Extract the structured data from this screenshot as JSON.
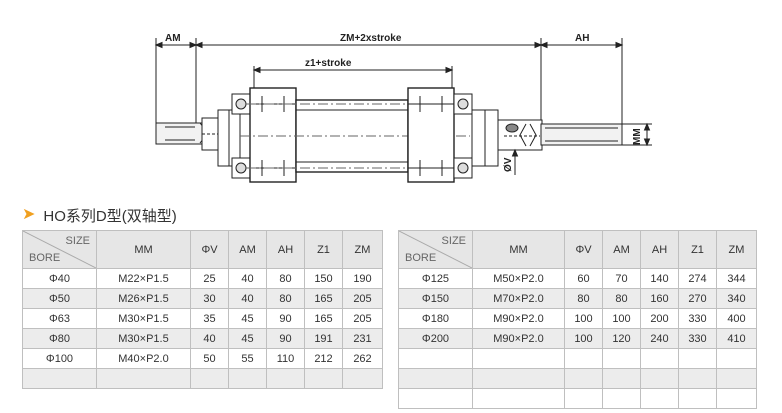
{
  "drawing": {
    "labels": {
      "am": "AM",
      "zm": "ZM+2xstroke",
      "ah": "AH",
      "z1": "z1+stroke",
      "mm": "MM",
      "v": "ØV"
    }
  },
  "section_title": "HO系列D型(双轴型)",
  "table_header": {
    "corner_size": "SIZE",
    "corner_bore": "BORE",
    "columns": [
      "MM",
      "ΦV",
      "AM",
      "AH",
      "Z1",
      "ZM"
    ]
  },
  "table_left": {
    "rows": [
      [
        "Φ40",
        "M22×P1.5",
        "25",
        "40",
        "80",
        "150",
        "190"
      ],
      [
        "Φ50",
        "M26×P1.5",
        "30",
        "40",
        "80",
        "165",
        "205"
      ],
      [
        "Φ63",
        "M30×P1.5",
        "35",
        "45",
        "90",
        "165",
        "205"
      ],
      [
        "Φ80",
        "M30×P1.5",
        "40",
        "45",
        "90",
        "191",
        "231"
      ],
      [
        "Φ100",
        "M40×P2.0",
        "50",
        "55",
        "110",
        "212",
        "262"
      ],
      [
        "",
        "",
        "",
        "",
        "",
        "",
        ""
      ]
    ]
  },
  "table_right": {
    "rows": [
      [
        "Φ125",
        "M50×P2.0",
        "60",
        "70",
        "140",
        "274",
        "344"
      ],
      [
        "Φ150",
        "M70×P2.0",
        "80",
        "80",
        "160",
        "270",
        "340"
      ],
      [
        "Φ180",
        "M90×P2.0",
        "100",
        "100",
        "200",
        "330",
        "400"
      ],
      [
        "Φ200",
        "M90×P2.0",
        "100",
        "120",
        "240",
        "330",
        "410"
      ],
      [
        "",
        "",
        "",
        "",
        "",
        "",
        ""
      ],
      [
        "",
        "",
        "",
        "",
        "",
        "",
        ""
      ],
      [
        "",
        "",
        "",
        "",
        "",
        "",
        ""
      ]
    ]
  }
}
